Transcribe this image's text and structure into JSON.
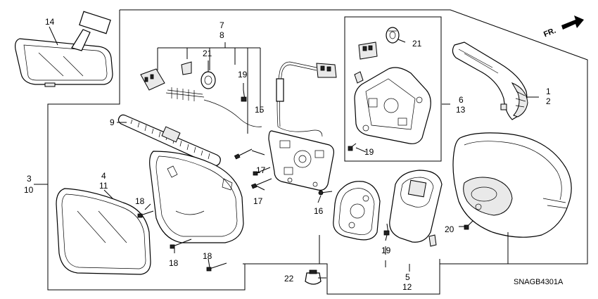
{
  "diagram_code": "SNAGB4301A",
  "direction_label": "FR.",
  "callouts": {
    "c1": "1",
    "c2": "2",
    "c3": "3",
    "c4": "4",
    "c5": "5",
    "c6": "6",
    "c7": "7",
    "c8": "8",
    "c9": "9",
    "c10": "10",
    "c11": "11",
    "c12": "12",
    "c13": "13",
    "c14": "14",
    "c15": "15",
    "c16": "16",
    "c17a": "17",
    "c17b": "17",
    "c18a": "18",
    "c18b": "18",
    "c18c": "18",
    "c19a": "19",
    "c19b": "19",
    "c19c": "19",
    "c20": "20",
    "c21a": "21",
    "c21b": "21",
    "c22": "22"
  }
}
